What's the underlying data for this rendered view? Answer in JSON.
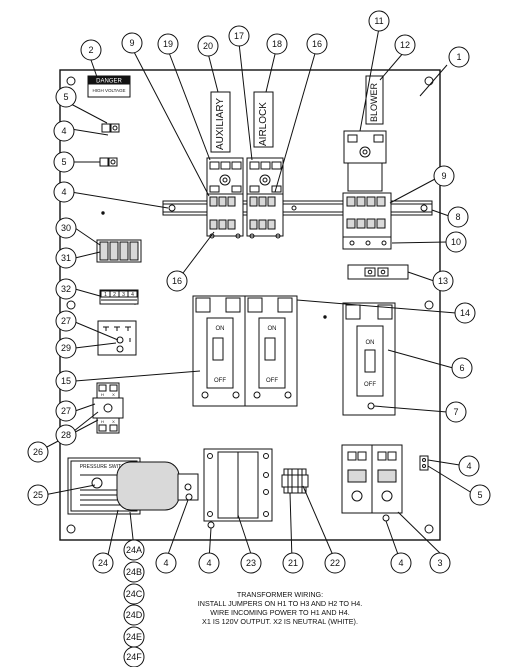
{
  "labels": {
    "danger_title": "DANGER",
    "danger_sub": "HIGH VOLTAGE",
    "auxiliary": "AUXILIARY",
    "airlock": "AIRLOCK",
    "blower": "BLOWER",
    "on": "ON",
    "off": "OFF",
    "pressure_switch": "PRESSURE SWITCH",
    "terminal_nums": [
      "1",
      "2",
      "3",
      "4"
    ],
    "transformer_letters_top": [
      "H",
      "X",
      "H"
    ],
    "transformer_letters_bottom": [
      "H",
      "X",
      "H"
    ]
  },
  "callouts": [
    {
      "id": "c1",
      "text": "1"
    },
    {
      "id": "c2",
      "text": "2"
    },
    {
      "id": "c5a",
      "text": "5"
    },
    {
      "id": "c4a",
      "text": "4"
    },
    {
      "id": "c5b",
      "text": "5"
    },
    {
      "id": "c9a",
      "text": "9"
    },
    {
      "id": "c19",
      "text": "19"
    },
    {
      "id": "c20",
      "text": "20"
    },
    {
      "id": "c17",
      "text": "17"
    },
    {
      "id": "c18",
      "text": "18"
    },
    {
      "id": "c16a",
      "text": "16"
    },
    {
      "id": "c11",
      "text": "11"
    },
    {
      "id": "c12",
      "text": "12"
    },
    {
      "id": "c9b",
      "text": "9"
    },
    {
      "id": "c4b",
      "text": "4"
    },
    {
      "id": "c8",
      "text": "8"
    },
    {
      "id": "c30",
      "text": "30"
    },
    {
      "id": "c16b",
      "text": "16"
    },
    {
      "id": "c10",
      "text": "10"
    },
    {
      "id": "c31",
      "text": "31"
    },
    {
      "id": "c13",
      "text": "13"
    },
    {
      "id": "c32",
      "text": "32"
    },
    {
      "id": "c14",
      "text": "14"
    },
    {
      "id": "c27a",
      "text": "27"
    },
    {
      "id": "c29",
      "text": "29"
    },
    {
      "id": "c6",
      "text": "6"
    },
    {
      "id": "c15",
      "text": "15"
    },
    {
      "id": "c7",
      "text": "7"
    },
    {
      "id": "c27b",
      "text": "27"
    },
    {
      "id": "c28",
      "text": "28"
    },
    {
      "id": "c26",
      "text": "26"
    },
    {
      "id": "c4c",
      "text": "4"
    },
    {
      "id": "c5c",
      "text": "5"
    },
    {
      "id": "c25",
      "text": "25"
    },
    {
      "id": "c24",
      "text": "24"
    },
    {
      "id": "c4d",
      "text": "4"
    },
    {
      "id": "c4e",
      "text": "4"
    },
    {
      "id": "c23",
      "text": "23"
    },
    {
      "id": "c21",
      "text": "21"
    },
    {
      "id": "c22",
      "text": "22"
    },
    {
      "id": "c4f",
      "text": "4"
    },
    {
      "id": "c3",
      "text": "3"
    },
    {
      "id": "c24a",
      "text": "24A"
    },
    {
      "id": "c24b",
      "text": "24B"
    },
    {
      "id": "c24c",
      "text": "24C"
    },
    {
      "id": "c24d",
      "text": "24D"
    },
    {
      "id": "c24e",
      "text": "24E"
    },
    {
      "id": "c24f",
      "text": "24F"
    }
  ],
  "note": {
    "lines": [
      "TRANSFORMER WIRING:",
      "INSTALL JUMPERS ON H1 TO H3 AND H2 TO H4.",
      "WIRE INCOMING POWER TO H1 AND H4.",
      "X1 IS 120V OUTPUT.  X2 IS NEUTRAL (WHITE)."
    ]
  }
}
